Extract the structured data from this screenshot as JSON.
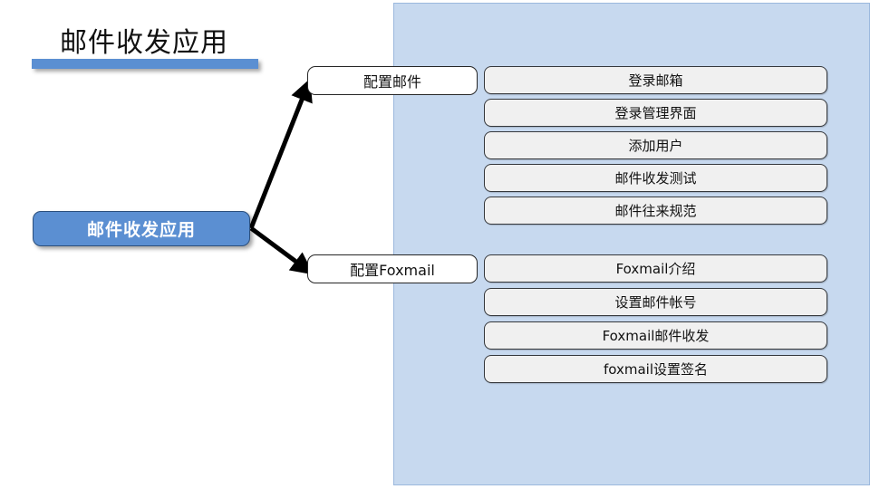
{
  "slide": {
    "title": "邮件收发应用",
    "accent_color": "#5b8fd2",
    "panel_color": "#c7d9ef",
    "leaf_fill": "#f0f0f0"
  },
  "root": {
    "label": "邮件收发应用"
  },
  "branches": [
    {
      "label": "配置邮件",
      "leaves": [
        {
          "label": "登录邮箱"
        },
        {
          "label": "登录管理界面"
        },
        {
          "label": "添加用户"
        },
        {
          "label": "邮件收发测试"
        },
        {
          "label": "邮件往来规范"
        }
      ]
    },
    {
      "label": "配置Foxmail",
      "leaves": [
        {
          "label": "Foxmail介绍"
        },
        {
          "label": "设置邮件帐号"
        },
        {
          "label": "Foxmail邮件收发"
        },
        {
          "label": "foxmail设置签名"
        }
      ]
    }
  ]
}
